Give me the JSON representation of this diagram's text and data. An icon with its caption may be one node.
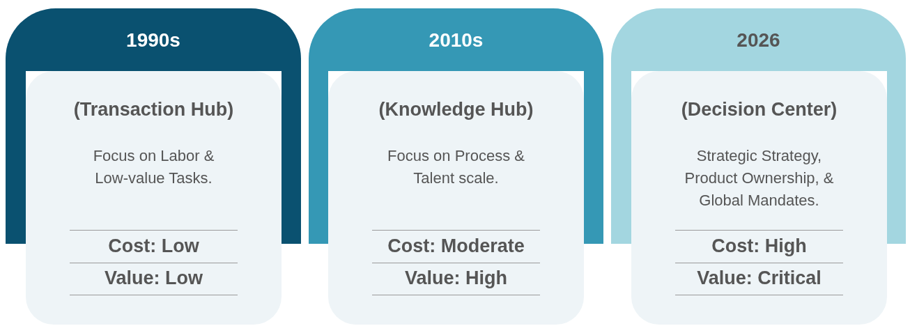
{
  "diagram": {
    "nodes": [
      {
        "text": [
          "1990s"
        ]
      },
      {
        "text": [
          "(Transaction Hub)",
          "Focus on Labor & Low-value Tasks.",
          "Cost: Low",
          "Value: Low"
        ]
      },
      {
        "text": [
          "2010s"
        ]
      },
      {
        "text": [
          "(Knowledge Hub)",
          "Focus on Process & Talent scale.",
          "Cost: Moderate",
          "Value: High"
        ]
      },
      {
        "text": [
          "2026"
        ]
      },
      {
        "text": [
          "(Decision Center)",
          "Strategic Strategy, Product Ownership, & Global Mandates.",
          "Cost: High",
          "Value: Critical"
        ]
      }
    ]
  }
}
